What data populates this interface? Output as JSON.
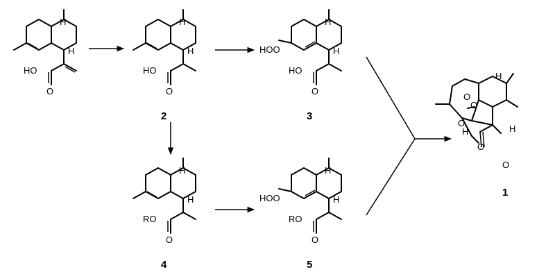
{
  "compounds": [
    {
      "id": "c0",
      "number": "",
      "hydroperoxide": false,
      "acid_prefix": "HO",
      "kind": "acrylic"
    },
    {
      "id": "c2",
      "number": "2",
      "hydroperoxide": false,
      "acid_prefix": "HO",
      "kind": "propanoic"
    },
    {
      "id": "c3",
      "number": "3",
      "hydroperoxide": true,
      "acid_prefix": "HO",
      "kind": "propanoic"
    },
    {
      "id": "c4",
      "number": "4",
      "hydroperoxide": false,
      "acid_prefix": "RO",
      "kind": "propanoic"
    },
    {
      "id": "c5",
      "number": "5",
      "hydroperoxide": true,
      "acid_prefix": "RO",
      "kind": "propanoic"
    },
    {
      "id": "c1",
      "number": "1",
      "kind": "product"
    }
  ],
  "labels": {
    "H": "H",
    "O": "O",
    "HOO": "HOO"
  },
  "arrows": [
    {
      "name": "arrow-0-to-2"
    },
    {
      "name": "arrow-2-to-3"
    },
    {
      "name": "arrow-2-to-4"
    },
    {
      "name": "arrow-4-to-5"
    },
    {
      "name": "arrow-converge-to-1"
    }
  ],
  "colors": {
    "ink": "#000000",
    "background": "#ffffff"
  }
}
